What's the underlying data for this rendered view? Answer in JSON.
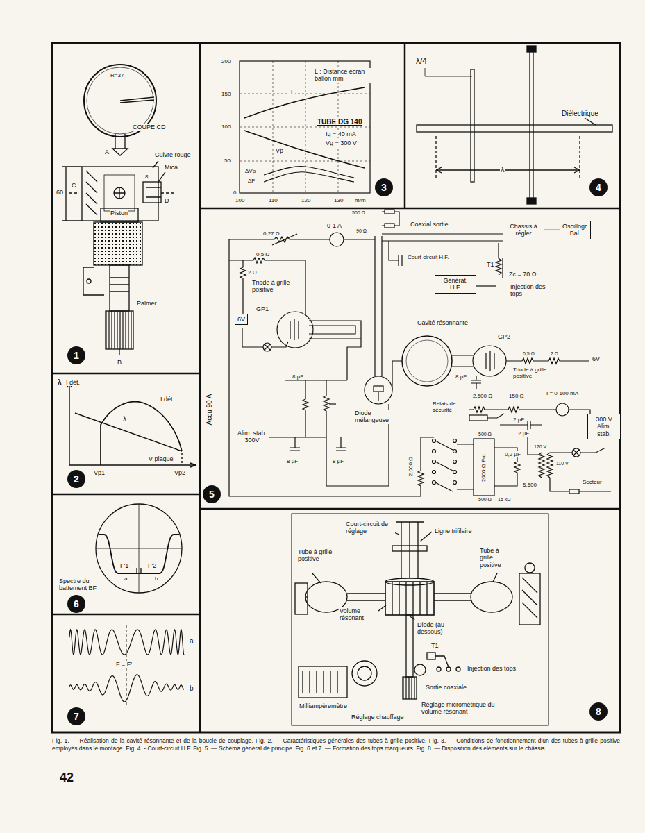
{
  "diagram": {
    "caption": "Fig. 1. — Réalisation de la cavité résonnante et de la boucle de couplage. Fig. 2. — Caractéristiques générales des tubes à grille positive. Fig. 3. — Conditions de fonctionnement d'un des tubes à grille positive employés dans le montage. Fig. 4. - Court-circuit H.F. Fig. 5. — Schéma général de principe. Fig. 6 et 7. — Formation des tops marqueurs. Fig. 8. — Disposition des éléments sur le châssis.",
    "nodes": [
      {
        "text": [
          "1"
        ]
      },
      {
        "text": [
          "2"
        ]
      },
      {
        "text": [
          "3"
        ]
      },
      {
        "text": [
          "4"
        ]
      },
      {
        "text": [
          "5"
        ]
      },
      {
        "text": [
          "6"
        ]
      },
      {
        "text": [
          "7"
        ]
      },
      {
        "text": [
          "8"
        ]
      },
      {
        "text": [
          "6V"
        ]
      },
      {
        "text": [
          "Chassis à régler"
        ]
      },
      {
        "text": [
          "Oscillogr.",
          "Bal."
        ]
      },
      {
        "text": [
          "Générat. H.F."
        ]
      },
      {
        "text": [
          "Alim. stab.",
          "300V"
        ]
      },
      {
        "text": [
          "300 V",
          "Alim. stab."
        ]
      }
    ],
    "edges": [
      {
        "from": 9,
        "to": 10,
        "arrow": "none"
      }
    ],
    "labels": [
      "R=37",
      "COUPE CD",
      "A",
      "Cuivre rouge",
      "Mica",
      "8",
      "60",
      "C",
      "D",
      "Piston",
      "Palmer",
      "B",
      "200",
      "150",
      "100",
      "50",
      "0",
      "100",
      "110",
      "120",
      "130",
      "m/m",
      "L",
      "L : Distance écran ballon mm",
      "TUBE DG 140",
      "Ig = 40 mA",
      "Vg = 300 V",
      "Vp",
      "ΔVp",
      "ΔF",
      "λ/4",
      "Diélectrique",
      "λ",
      "λ",
      "I dét.",
      "I dét.",
      "λ",
      "V plaque",
      "Vp1",
      "Vp2",
      "Accu 90 A",
      "0,27 Ω",
      "0-1 A",
      "0,5 Ω",
      "2 Ω",
      "Triode à grille positive",
      "GP1",
      "500 Ω",
      "90 Ω",
      "Coaxial sortie",
      "Court-circuit H.F.",
      "T1",
      "Zc = 70 Ω",
      "Injection des tops",
      "Cavité résonnante",
      "GP2",
      "0,5 Ω",
      "2 Ω",
      "6V",
      "Triode à grille positive",
      "8 µF",
      "8 µF",
      "8 µF",
      "8 µF",
      "Diode mélangeuse",
      "2.500 Ω",
      "150 Ω",
      "I = 0-100 mA",
      "Relais de sécurité",
      "2 µF",
      "2 µF",
      "500 Ω",
      "2000 Ω Pot.",
      "500 Ω",
      "15 kΩ",
      "2.000 Ω",
      "0,2 µF",
      "5.500",
      "120 V",
      "110 V",
      "Secteur ~",
      "F'1",
      "F'2",
      "a",
      "b",
      "Spectre du battement BF",
      "a",
      "b",
      "F = F'",
      "Court-circuit de réglage",
      "Ligne trifilaire",
      "Tube à grille positive",
      "Volume résonant",
      "Tube à grille positive",
      "Diode (au dessous)",
      "T1",
      "Injection des tops",
      "Sortie coaxiale",
      "Milliampèremètre",
      "Réglage chauffage",
      "Réglage micrométrique du volume résonant",
      "42"
    ]
  }
}
